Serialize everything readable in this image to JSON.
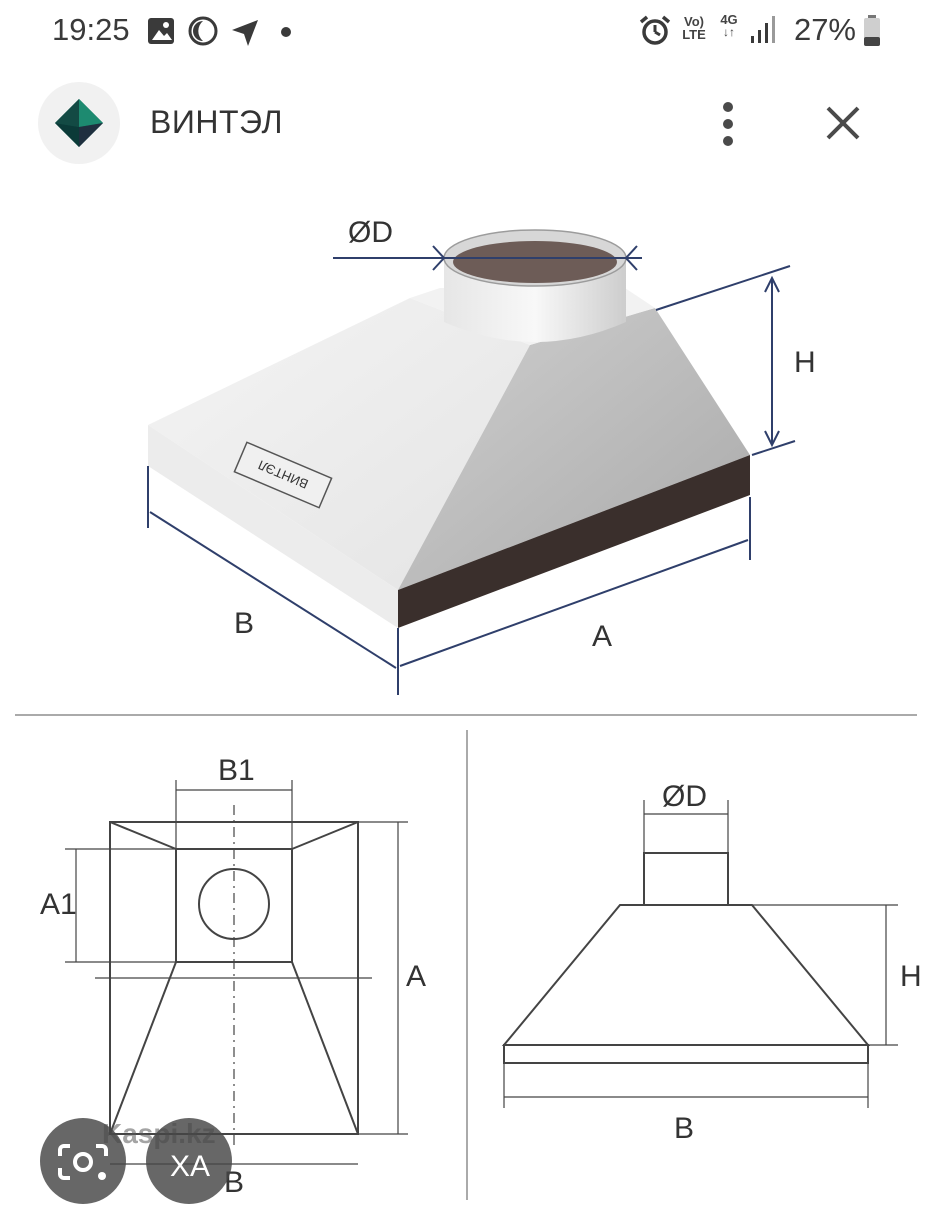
{
  "status_bar": {
    "time": "19:25",
    "battery_percent": "27%",
    "network_top": "Vo)",
    "network_bottom": "LTE",
    "network_gen": "4G",
    "icons": [
      "image-icon",
      "dnd-moon-icon",
      "navigation-arrow-icon",
      "dot-icon",
      "alarm-icon",
      "volte-icon",
      "4g-icon",
      "signal-icon",
      "battery-icon"
    ]
  },
  "header": {
    "site_name": "ВИНТЭЛ",
    "logo_icon": "vintel-logo-icon",
    "menu_icon": "more-vert-icon",
    "close_icon": "close-icon"
  },
  "drawing": {
    "iso": {
      "label_diameter": "ØD",
      "label_height": "H",
      "label_a": "A",
      "label_b": "B",
      "plate_text": "ВИНТЭЛ"
    },
    "plan": {
      "label_b1": "B1",
      "label_a1": "A1",
      "label_a": "A",
      "label_b": "B"
    },
    "side": {
      "label_diameter": "ØD",
      "label_height": "H",
      "label_b": "B"
    },
    "colors": {
      "dimension_line": "#2f3f6b",
      "drawing_line": "#444444",
      "hood_dark": "#3a2f2c"
    }
  },
  "overlays": {
    "watermark": "Kaspi.kz",
    "lens_icon": "google-lens-icon",
    "translate_icon": "translate-icon",
    "translate_glyph": "XA"
  }
}
